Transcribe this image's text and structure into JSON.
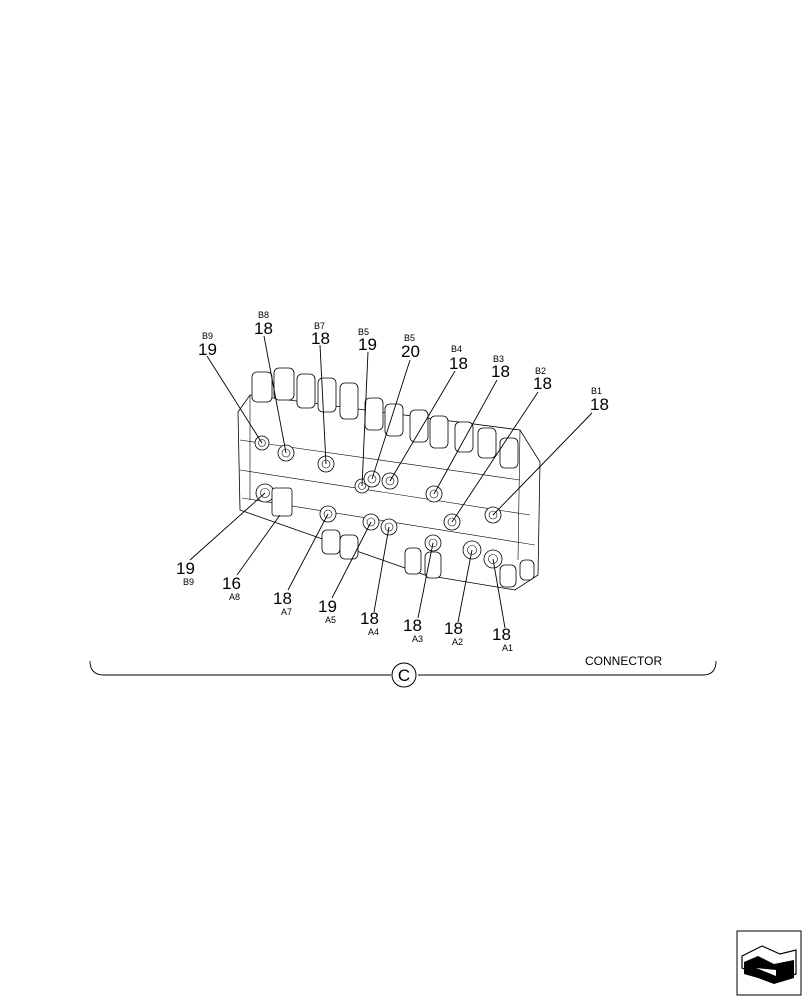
{
  "section": {
    "letter": "C",
    "title": "CONNECTOR"
  },
  "callouts": [
    {
      "num": "19",
      "tag": "B9"
    },
    {
      "num": "18",
      "tag": "B8"
    },
    {
      "num": "18",
      "tag": "B7"
    },
    {
      "num": "19",
      "tag": "B5"
    },
    {
      "num": "20",
      "tag": "B5"
    },
    {
      "num": "18",
      "tag": "B4"
    },
    {
      "num": "18",
      "tag": "B3"
    },
    {
      "num": "18",
      "tag": "B2"
    },
    {
      "num": "18",
      "tag": "B1"
    },
    {
      "num": "19",
      "tag": "B9"
    },
    {
      "num": "16",
      "tag": "A8"
    },
    {
      "num": "18",
      "tag": "A7"
    },
    {
      "num": "19",
      "tag": "A5"
    },
    {
      "num": "18",
      "tag": "A4"
    },
    {
      "num": "18",
      "tag": "A3"
    },
    {
      "num": "18",
      "tag": "A2"
    },
    {
      "num": "18",
      "tag": "A1"
    }
  ],
  "nav_icon": "next-page-arrow-icon"
}
